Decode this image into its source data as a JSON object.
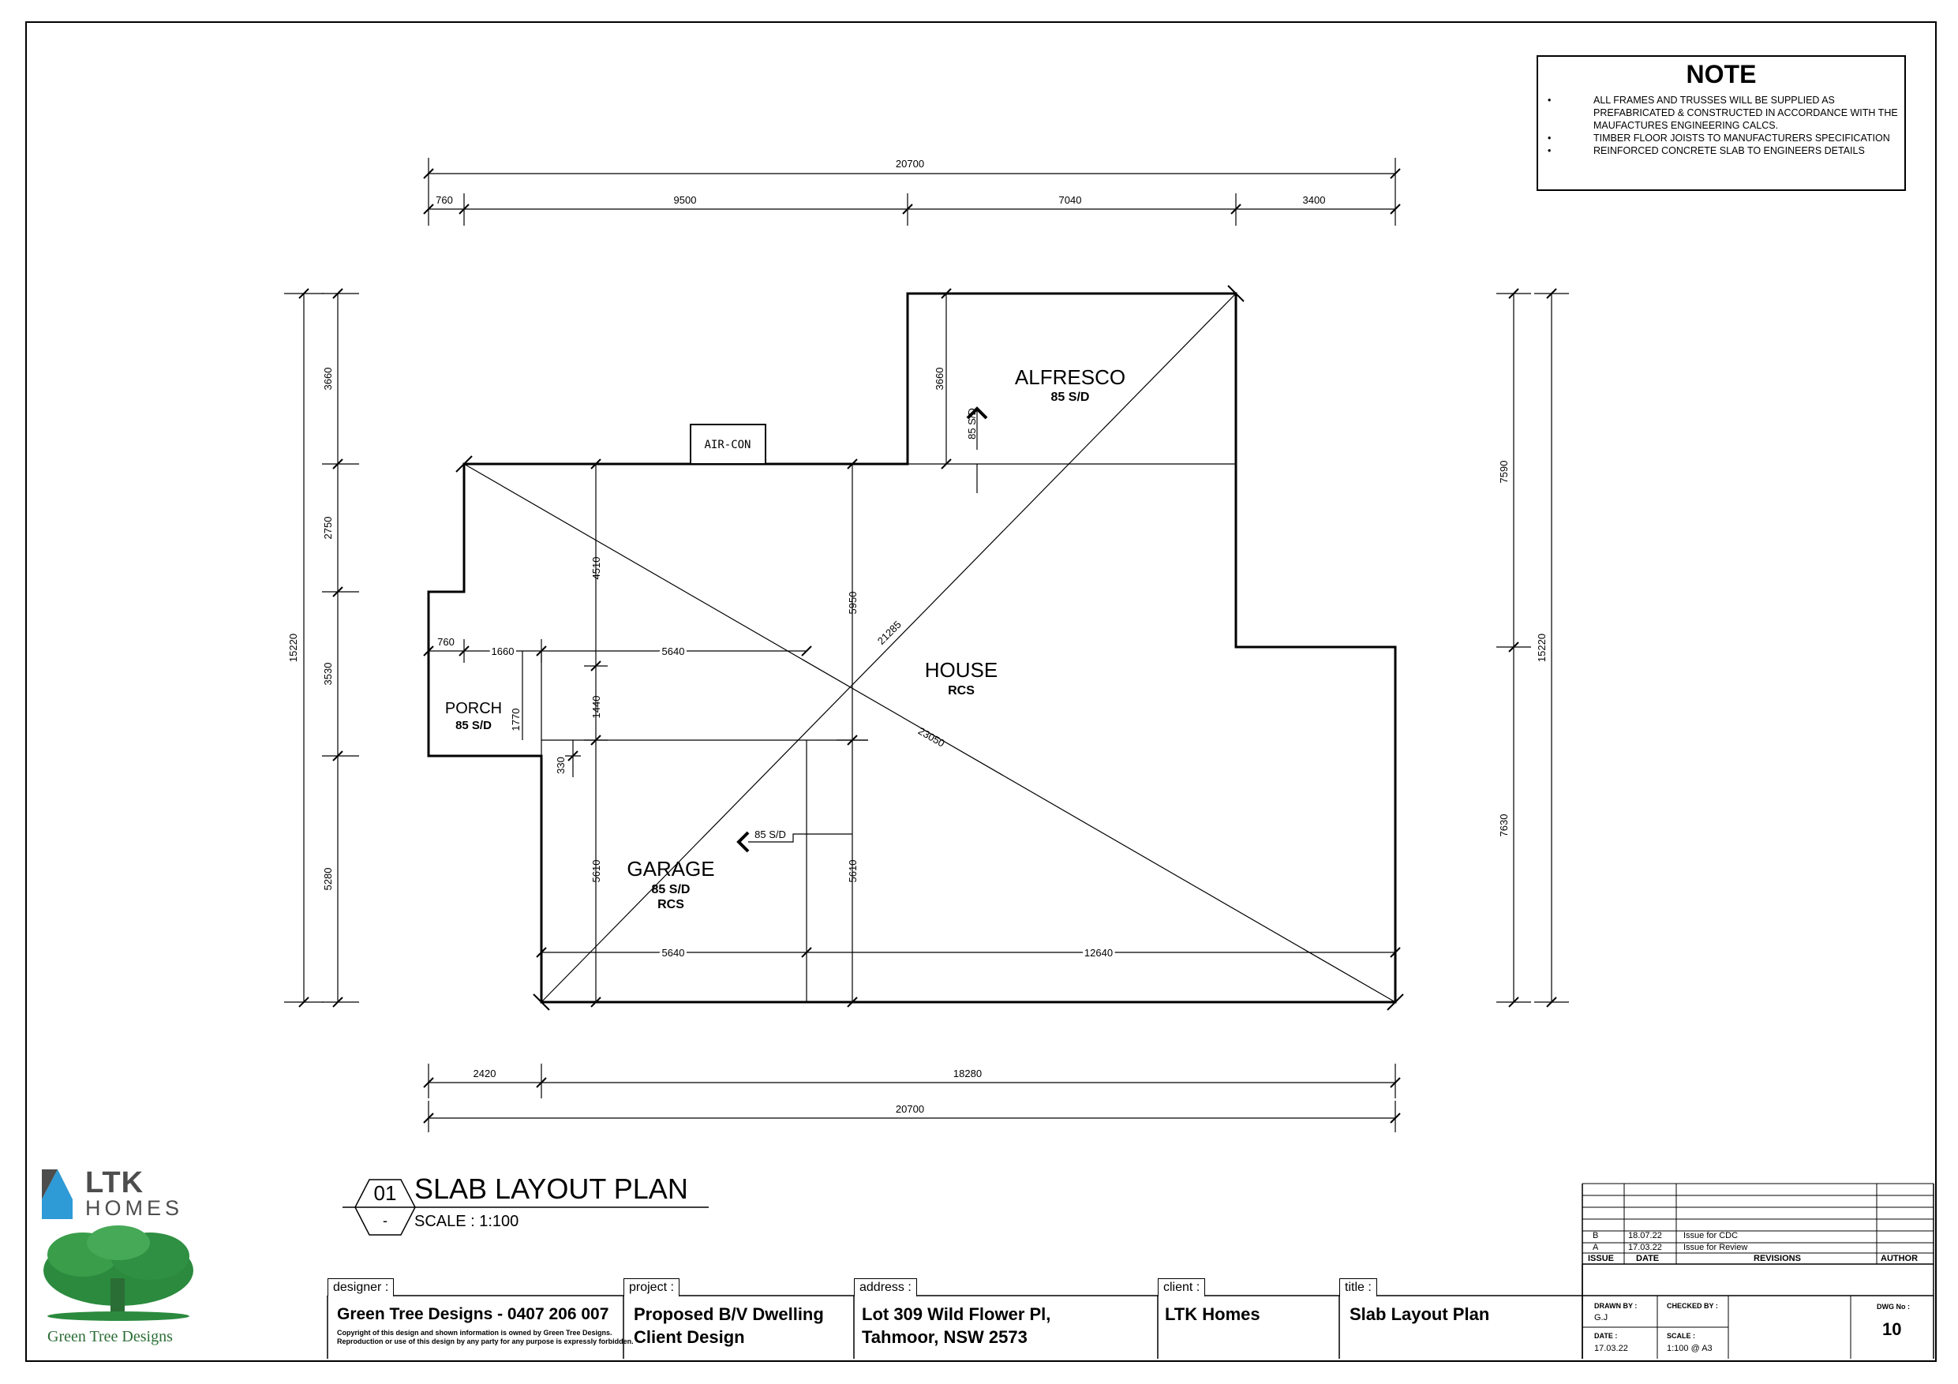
{
  "note": {
    "title": "NOTE",
    "items": [
      "ALL FRAMES AND TRUSSES WILL BE SUPPLIED AS PREFABRICATED & CONSTRUCTED IN ACCORDANCE WITH THE MAUFACTURES ENGINEERING CALCS.",
      "TIMBER FLOOR JOISTS TO MANUFACTURERS SPECIFICATION",
      "REINFORCED CONCRETE SLAB TO ENGINEERS DETAILS"
    ]
  },
  "plan": {
    "rooms": {
      "alfresco": {
        "name": "ALFRESCO",
        "sub": "85 S/D"
      },
      "house": {
        "name": "HOUSE",
        "sub": "RCS"
      },
      "porch": {
        "name": "PORCH",
        "sub": "85 S/D"
      },
      "garage": {
        "name": "GARAGE",
        "sub": "85 S/D",
        "sub2": "RCS"
      },
      "aircon": "AIR-CON"
    },
    "step_labels": {
      "alfresco": "85 S/D",
      "garage": "85 S/D"
    },
    "dims": {
      "top_total": "20700",
      "top_segments": [
        "760",
        "9500",
        "7040",
        "3400"
      ],
      "bottom_segments": [
        "2420",
        "18280"
      ],
      "bottom_total": "20700",
      "left_total": "15220",
      "left_segments": [
        "3660",
        "2750",
        "3530",
        "5280"
      ],
      "right_total": "15220",
      "right_segments": [
        "7590",
        "7630"
      ],
      "alfresco_depth": "3660",
      "inner_4510": "4510",
      "inner_5950": "5950",
      "inner_760": "760",
      "inner_1660": "1660",
      "inner_5640_top": "5640",
      "inner_1440": "1440",
      "inner_1770": "1770",
      "inner_330": "330",
      "garage_5610_left": "5610",
      "garage_5610_right": "5610",
      "bottom_5640": "5640",
      "bottom_12640": "12640",
      "diag_21285": "21285",
      "diag_23050": "23050"
    }
  },
  "drawing": {
    "number": "01",
    "dash": "-",
    "title": "SLAB LAYOUT PLAN",
    "scale": "SCALE :  1:100"
  },
  "logos": {
    "ltk_top": "LTK",
    "ltk_bottom": "HOMES",
    "gtd": "Green Tree Designs"
  },
  "revisions": {
    "rows": [
      {
        "issue": "B",
        "date": "18.07.22",
        "desc": "Issue  for  CDC"
      },
      {
        "issue": "A",
        "date": "17.03.22",
        "desc": "Issue  for  Review"
      }
    ],
    "headers": {
      "issue": "ISSUE",
      "date": "DATE",
      "revisions": "REVISIONS",
      "author": "AUTHOR"
    }
  },
  "titleblock": {
    "designer_label": "designer :",
    "designer_value": "Green Tree Designs - 0407 206 007",
    "copyright_1": "Copyright of this design and shown information is owned by Green Tree Designs.",
    "copyright_2": "Reproduction or use of this design by any party for any purpose is expressly forbidden.",
    "project_label": "project :",
    "project_1": "Proposed B/V Dwelling",
    "project_2": "Client Design",
    "address_label": "address :",
    "address_1": "Lot 309 Wild Flower Pl,",
    "address_2": "Tahmoor,  NSW  2573",
    "client_label": "client :",
    "client_value": "LTK Homes",
    "title_label": "title :",
    "title_value": "Slab Layout Plan",
    "drawn_by_label": "DRAWN BY :",
    "drawn_by": "G.J",
    "checked_by_label": "CHECKED BY :",
    "date_label": "DATE :",
    "date": "17.03.22",
    "scale_label": "SCALE :",
    "scale": "1:100 @ A3",
    "dwg_label": "DWG No :",
    "dwg_no": "10"
  },
  "colors": {
    "ltk_blue": "#2e9ad6",
    "ltk_grey": "#4d4d4d",
    "tree_green": "#2b8a3e"
  }
}
